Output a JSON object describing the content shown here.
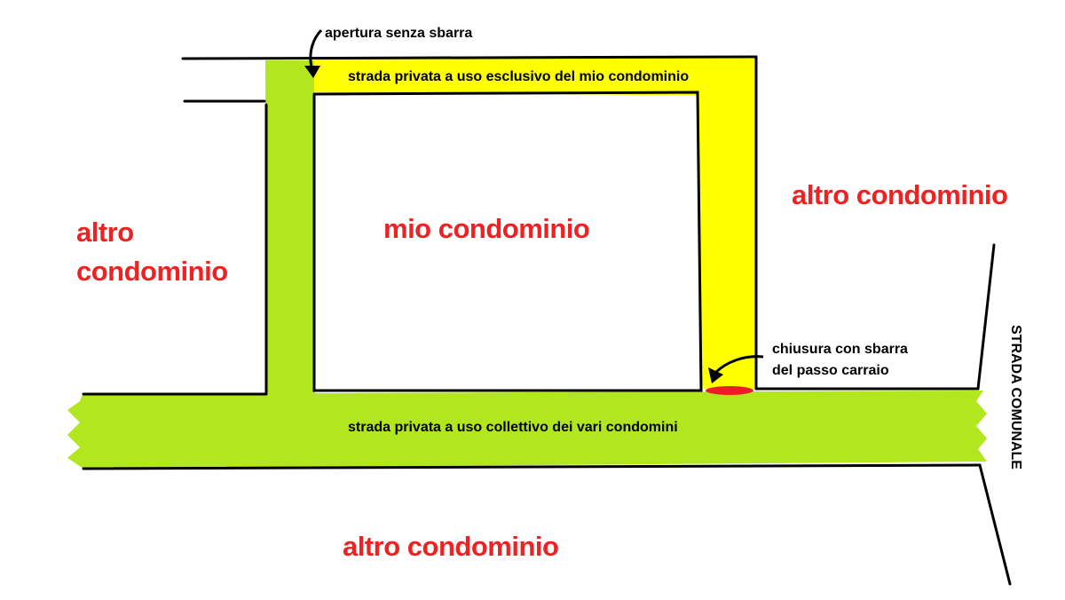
{
  "labels": {
    "opening": "apertura senza sbarra",
    "private_road_exclusive": "strada privata a uso esclusivo del mio condominio",
    "my_building": "mio condominio",
    "other_left_line1": "altro",
    "other_left_line2": "condominio",
    "other_right": "altro condominio",
    "other_bottom": "altro condominio",
    "gate_line1": "chiusura con sbarra",
    "gate_line2": "del passo carraio",
    "collective_road": "strada privata a uso collettivo dei vari condomini",
    "public_road": "STRADA COMUNALE"
  },
  "colors": {
    "collective_road": "#b2e61e",
    "exclusive_road": "#ffff00",
    "gate": "#ee1c24",
    "labels_big": "#ee2222",
    "lines": "#000000"
  }
}
